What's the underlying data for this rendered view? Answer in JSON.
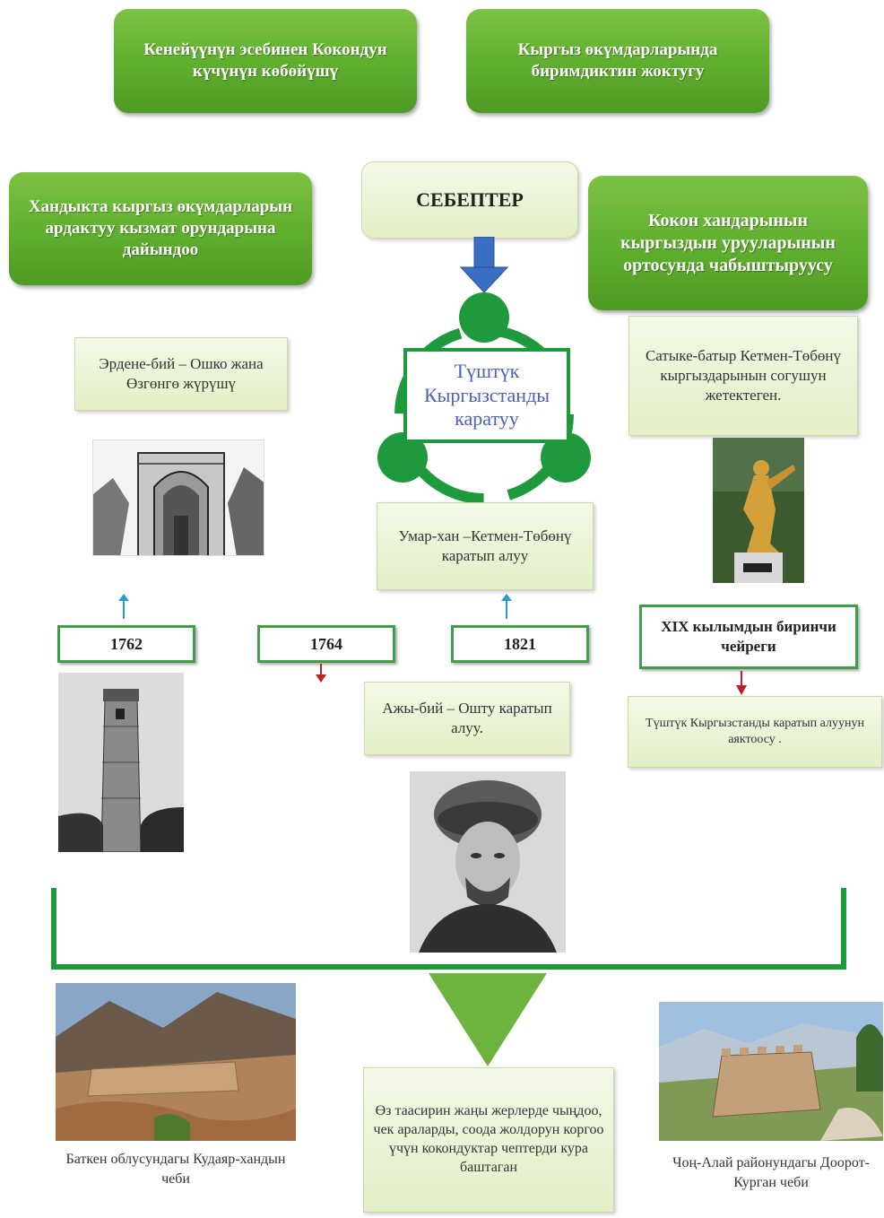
{
  "top_boxes": {
    "left": "Кенейүүнүн эсебинен Кокондун күчүнүн көбөйүшү",
    "right": "Кыргыз өкүмдарларында биримдиктин жоктугу"
  },
  "middle_row": {
    "left": "Хандыкта кыргыз өкүмдарларын ардактуу кызмат орундарына дайындоо",
    "center": "СЕБЕПТЕР",
    "right": "Кокон хандарынын кыргыздын урууларынын ортосунда чабыштыруусу"
  },
  "center_circle_label": "Түштүк Кыргызстанды каратуу",
  "notes": {
    "erdene": "Эрдене-бий – Ошко жана Өзгөнгө жүрүшү",
    "satyke": "Сатыке-батыр Кетмен-Төбөнү кыргыздарынын согушун жетектеген.",
    "umar": "Умар-хан –Кетмен-Төбөнү каратып алуу",
    "ajy": "Ажы-бий – Ошту каратып алуу.",
    "xix": "XIX кылымдын биринчи чейреги",
    "south": "Түштүк Кыргызстанды каратып алуунун аяктоосу .",
    "bottom_center": "Өз таасирин жаңы жерлерде чыңдоо, чек араларды, соода жолдорун коргоо үчүн кокондуктар чептерди кура баштаган"
  },
  "years": [
    "1762",
    "1764",
    "1821"
  ],
  "captions": {
    "left": "Баткен облусундагы Кудаяр-хандын чеби",
    "right": "Чоң-Алай районундагы Доорот-Курган чеби"
  },
  "icons": {
    "blue_arrow": "arrow-down-icon",
    "cycle": "cycle-icon"
  },
  "colors": {
    "green": "#5fae2e",
    "dark_green": "#1e9a3c",
    "blue_arrow": "#3a6fc4",
    "red_arrow": "#b8232a",
    "teal_arrow": "#2a9ad0"
  }
}
